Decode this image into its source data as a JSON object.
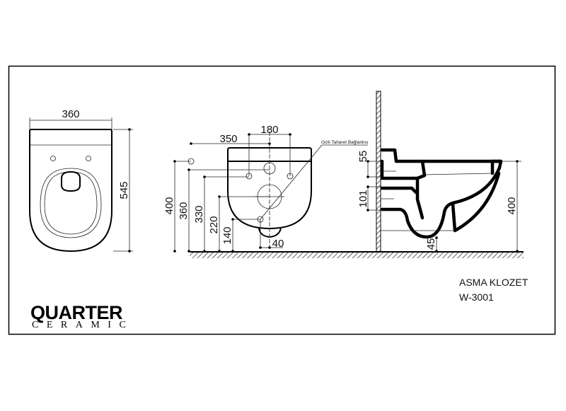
{
  "top_view": {
    "width_label": "360",
    "depth_label": "545"
  },
  "front_view": {
    "dim_350": "350",
    "dim_180": "180",
    "dim_400": "400",
    "dim_360": "360",
    "dim_330": "330",
    "dim_220": "220",
    "dim_140": "140",
    "dim_40": "40",
    "callout": "Gizli Taharet Bağlantısı"
  },
  "side_view": {
    "dim_55": "55",
    "dim_101": "101",
    "dim_400": "400",
    "dim_45": "45"
  },
  "title_block": {
    "product_name": "ASMA KLOZET",
    "model_code": "W-3001"
  },
  "logo": {
    "brand": "QUARTER",
    "sub": "CERAMIC"
  }
}
